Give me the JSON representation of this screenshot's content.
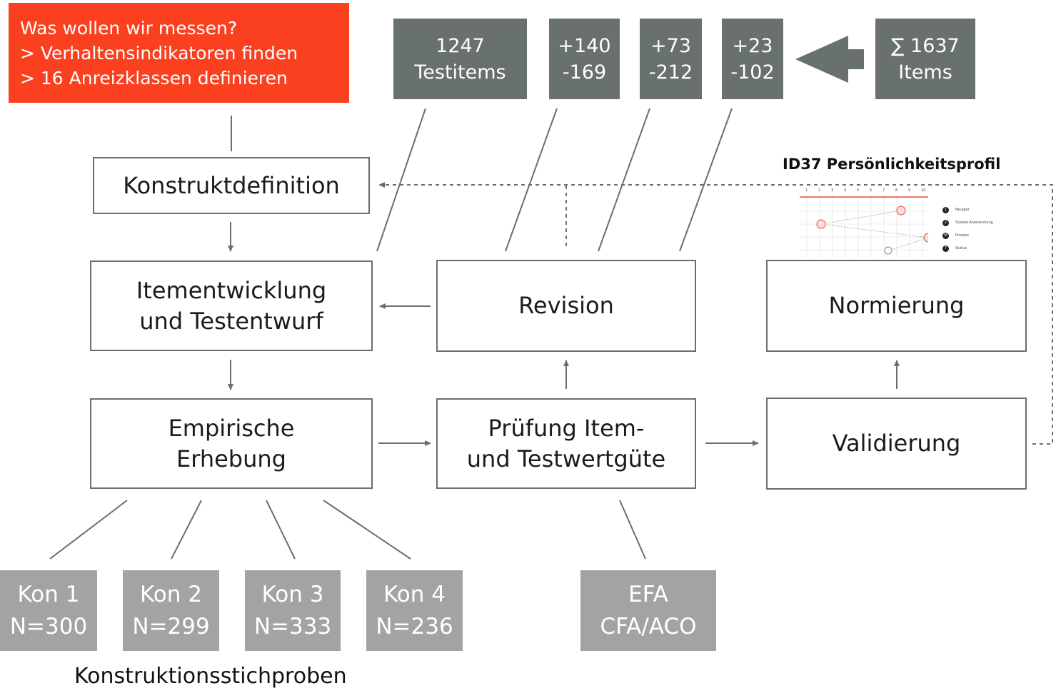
{
  "goal_box": {
    "lines": [
      "Was wollen wir messen?",
      "> Verhaltensindikatoren finden",
      "> 16 Anreizklassen definieren"
    ]
  },
  "item_counts": [
    {
      "line1": "1247",
      "line2": "Testitems"
    },
    {
      "line1": "+140",
      "line2": "-169"
    },
    {
      "line1": "+73",
      "line2": "-212"
    },
    {
      "line1": "+23",
      "line2": "-102"
    }
  ],
  "total": {
    "line1": "∑ 1637",
    "line2": "Items"
  },
  "steps": {
    "konstruktdefinition": "Konstruktdefinition",
    "itementwicklung": [
      "Itementwicklung",
      "und Testentwurf"
    ],
    "revision": "Revision",
    "normierung": "Normierung",
    "empirische": [
      "Empirische",
      "Erhebung"
    ],
    "pruefung": [
      "Prüfung Item-",
      "und Testwertgüte"
    ],
    "validierung": "Validierung"
  },
  "profile": {
    "title": "ID37 Persönlichkeitsprofil",
    "scale": [
      "1",
      "2",
      "3",
      "4",
      "5",
      "6",
      "7",
      "8",
      "9",
      "10"
    ],
    "legend": [
      {
        "key": "1",
        "label": "Neugier"
      },
      {
        "key": "2",
        "label": "Soziale Anerkennung"
      },
      {
        "key": "M",
        "label": "Prozess"
      },
      {
        "key": "7",
        "label": "Status"
      }
    ]
  },
  "samples": [
    {
      "name": "Kon 1",
      "n": "N=300"
    },
    {
      "name": "Kon 2",
      "n": "N=299"
    },
    {
      "name": "Kon 3",
      "n": "N=333"
    },
    {
      "name": "Kon 4",
      "n": "N=236"
    }
  ],
  "analysis": {
    "line1": "EFA",
    "line2": "CFA/ACO"
  },
  "samples_caption": "Konstruktionsstichproben",
  "colors": {
    "accent": "#fb4020",
    "dark_tile": "#69716e",
    "light_tile": "#a3a3a3",
    "border": "#66706f"
  }
}
